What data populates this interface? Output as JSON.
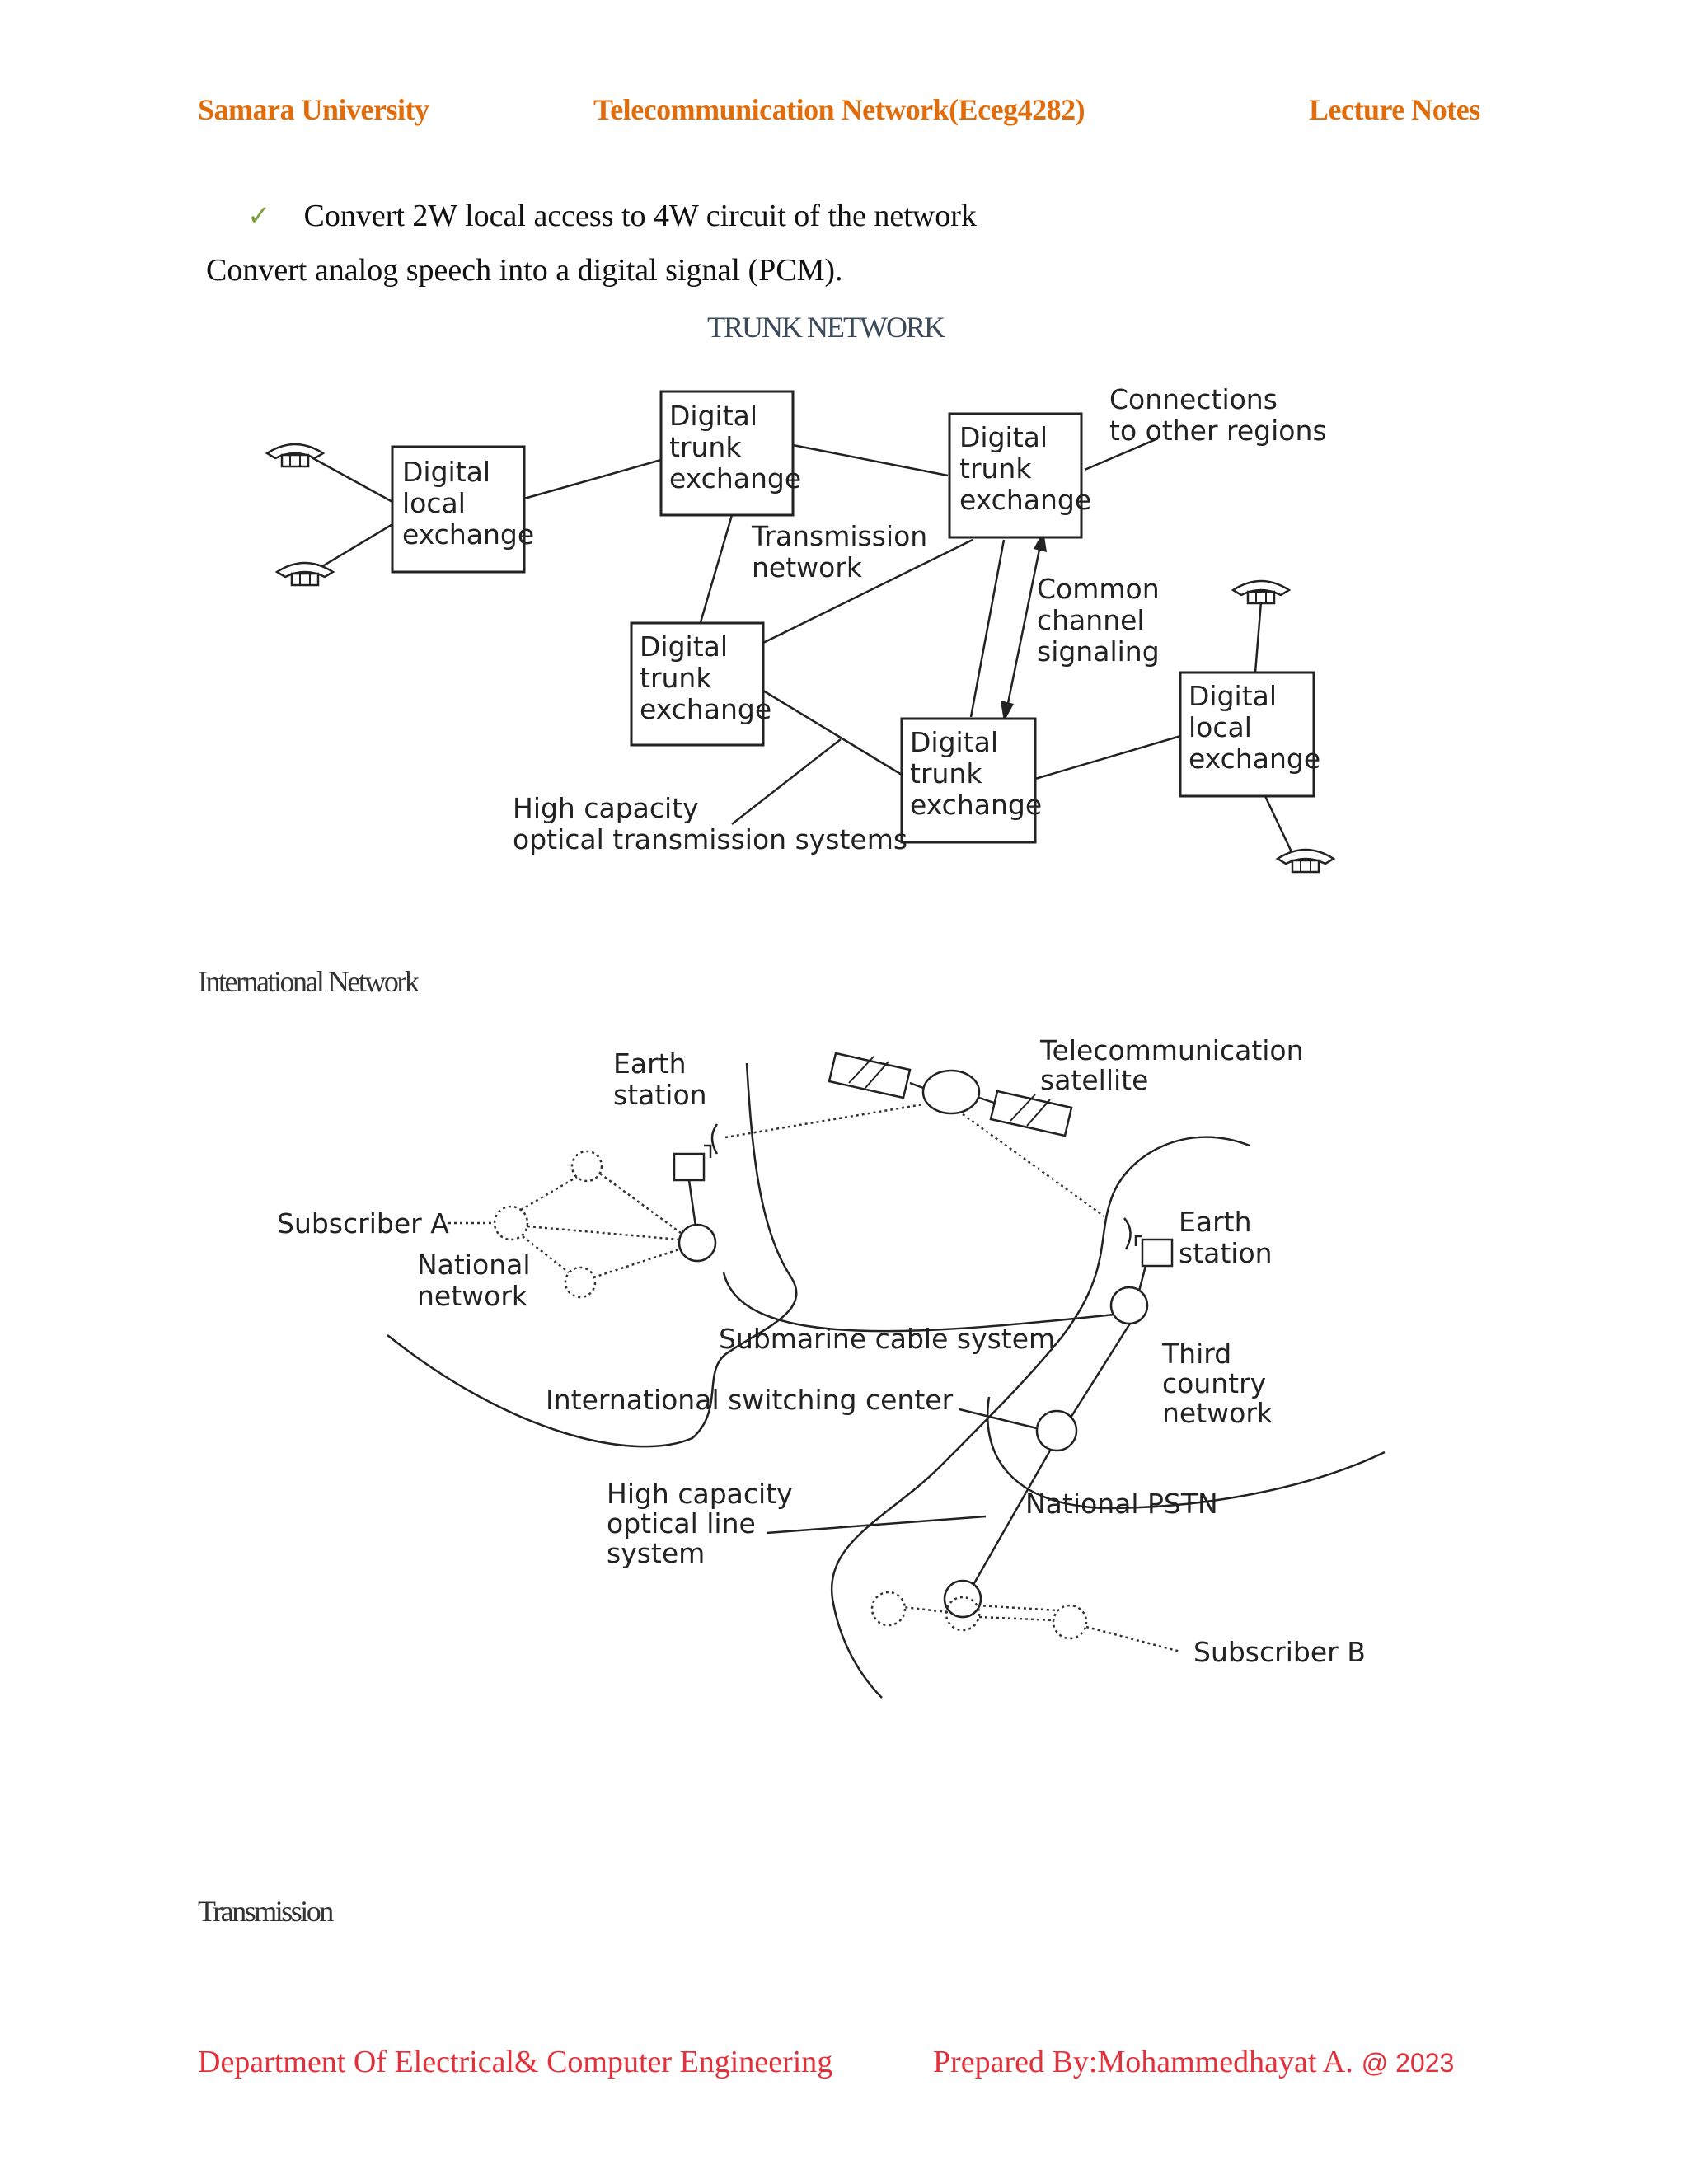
{
  "header": {
    "left": "Samara University",
    "center": "Telecommunication Network(Eceg4282)",
    "right": "Lecture Notes"
  },
  "bullet": "Convert 2W local access to 4W circuit of the network",
  "line": "Convert analog speech into a digital signal (PCM).",
  "trunk_title": "TRUNK NETWORK",
  "trunk_diagram": {
    "local_exchange_left": [
      "Digital",
      "local",
      "exchange"
    ],
    "trunk_top": [
      "Digital",
      "trunk",
      "exchange"
    ],
    "trunk_right": [
      "Digital",
      "trunk",
      "exchange"
    ],
    "trunk_mid": [
      "Digital",
      "trunk",
      "exchange"
    ],
    "trunk_bottom": [
      "Digital",
      "trunk",
      "exchange"
    ],
    "local_exchange_right": [
      "Digital",
      "local",
      "exchange"
    ],
    "connections": [
      "Connections",
      "to other regions"
    ],
    "transmission": [
      "Transmission",
      "network"
    ],
    "ccs": [
      "Common",
      "channel",
      "signaling"
    ],
    "high_capacity": [
      "High capacity",
      "optical transmission systems"
    ]
  },
  "international_title": "International Network",
  "intl_diagram": {
    "earth_station_left": [
      "Earth",
      "station"
    ],
    "satellite": [
      "Telecommunication",
      "satellite"
    ],
    "subscriber_a": "Subscriber A",
    "national_network": [
      "National",
      "network"
    ],
    "earth_station_right": [
      "Earth",
      "station"
    ],
    "submarine": "Submarine cable system",
    "third_country": [
      "Third",
      "country",
      "network"
    ],
    "isc": "International switching center",
    "high_capacity": [
      "High capacity",
      "optical line",
      "system"
    ],
    "pstn": "National PSTN",
    "subscriber_b": "Subscriber B"
  },
  "transmission_title": "Transmission",
  "footer": {
    "left": "Department Of Electrical& Computer Engineering",
    "right": "Prepared By:Mohammedhayat A.",
    "year": "@ 2023"
  }
}
